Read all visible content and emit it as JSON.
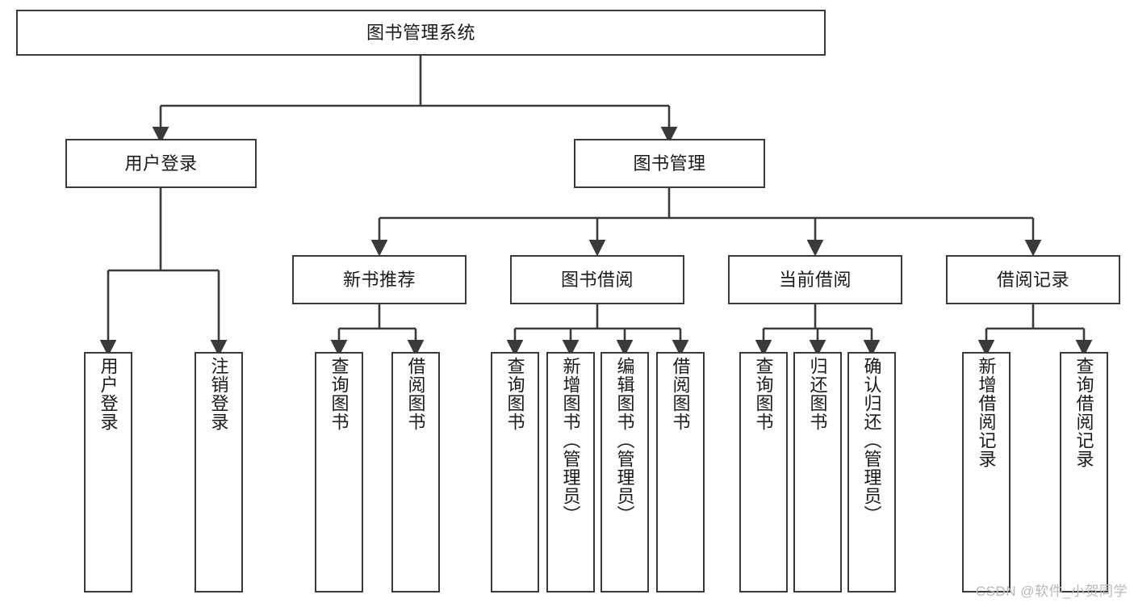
{
  "diagram": {
    "type": "tree-hierarchy",
    "title": "图书管理系统",
    "watermark": "CSDN @软件_小贺同学",
    "colors": {
      "stroke": "#3a3a3a",
      "fill": "#ffffff",
      "text": "#1a1a1a",
      "watermark": "#b9b9b9"
    },
    "nodes": {
      "root": {
        "label": "图书管理系统",
        "orientation": "horizontal"
      },
      "l2": [
        {
          "label": "用户登录",
          "orientation": "horizontal"
        },
        {
          "label": "图书管理",
          "orientation": "horizontal"
        }
      ],
      "l3": [
        {
          "label": "新书推荐",
          "orientation": "horizontal"
        },
        {
          "label": "图书借阅",
          "orientation": "horizontal"
        },
        {
          "label": "当前借阅",
          "orientation": "horizontal"
        },
        {
          "label": "借阅记录",
          "orientation": "horizontal"
        }
      ],
      "leaves_user_login": [
        {
          "label": "用户登录",
          "orientation": "vertical"
        },
        {
          "label": "注销登录",
          "orientation": "vertical"
        }
      ],
      "leaves_new_book": [
        {
          "label": "查询图书",
          "orientation": "vertical"
        },
        {
          "label": "借阅图书",
          "orientation": "vertical"
        }
      ],
      "leaves_borrow": [
        {
          "label": "查询图书",
          "orientation": "vertical"
        },
        {
          "label": "新增图书（管理员）",
          "orientation": "vertical"
        },
        {
          "label": "编辑图书（管理员）",
          "orientation": "vertical"
        },
        {
          "label": "借阅图书",
          "orientation": "vertical"
        }
      ],
      "leaves_current": [
        {
          "label": "查询图书",
          "orientation": "vertical"
        },
        {
          "label": "归还图书",
          "orientation": "vertical"
        },
        {
          "label": "确认归还（管理员）",
          "orientation": "vertical"
        }
      ],
      "leaves_records": [
        {
          "label": "新增借阅记录",
          "orientation": "vertical"
        },
        {
          "label": "查询借阅记录",
          "orientation": "vertical"
        }
      ]
    }
  }
}
